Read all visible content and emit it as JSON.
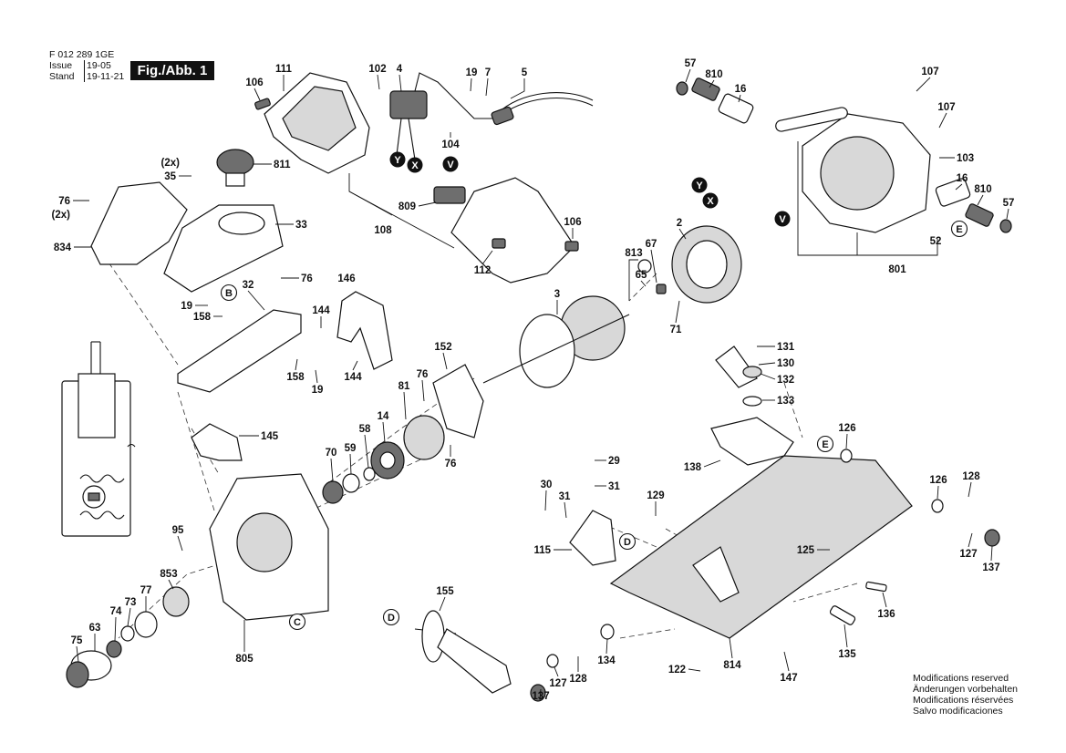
{
  "header": {
    "doc_number": "F 012 289 1GE",
    "issue_label": "Issue",
    "issue_value": "19-05",
    "stand_label": "Stand",
    "stand_value": "19-11-21",
    "figure_label": "Fig./Abb. 1"
  },
  "footer_note": [
    "Modifications reserved",
    "Änderungen vorbehalten",
    "Modifications réservées",
    "Salvo modificaciones"
  ],
  "callouts": {
    "filled": [
      "Y",
      "X",
      "V"
    ],
    "outline": [
      "B",
      "C",
      "D",
      "E"
    ]
  },
  "parts": [
    "111",
    "102",
    "4",
    "19",
    "7",
    "5",
    "106",
    "104",
    "811",
    "35",
    "(2x)",
    "76",
    "834",
    "33",
    "809",
    "108",
    "106",
    "112",
    "32",
    "76",
    "19",
    "158",
    "146",
    "144",
    "158",
    "19",
    "144",
    "57",
    "810",
    "16",
    "107",
    "107",
    "103",
    "16",
    "810",
    "57",
    "52",
    "801",
    "2",
    "813",
    "67",
    "65",
    "71",
    "3",
    "152",
    "76",
    "81",
    "14",
    "76",
    "145",
    "70",
    "59",
    "58",
    "131",
    "130",
    "132",
    "133",
    "126",
    "138",
    "126",
    "128",
    "29",
    "30",
    "31",
    "31",
    "129",
    "115",
    "125",
    "127",
    "137",
    "95",
    "853",
    "77",
    "73",
    "74",
    "75",
    "63",
    "805",
    "155",
    "128",
    "127",
    "137",
    "134",
    "122",
    "814",
    "147",
    "136",
    "135"
  ]
}
